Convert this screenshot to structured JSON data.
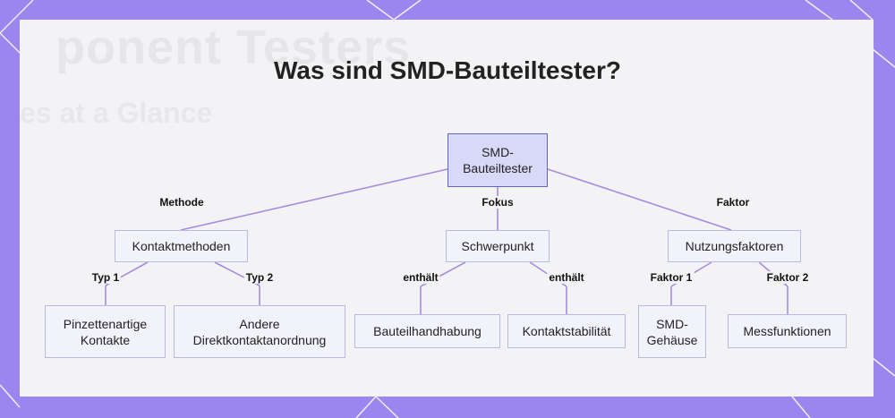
{
  "title": "Was sind SMD-Bauteiltester?",
  "background_text": {
    "line1": "ponent Testers",
    "line2": "es at a Glance"
  },
  "colors": {
    "frame": "#9b86f0",
    "card": "#f3f3f5",
    "node_fill": "#f2f2fb",
    "node_border": "#b9b9e8",
    "root_fill": "#d8d8f8",
    "root_border": "#6262c8",
    "edge": "#a78be0"
  },
  "nodes": {
    "root": "SMD-\nBauteiltester",
    "kontakt": "Kontaktmethoden",
    "schwer": "Schwerpunkt",
    "nutz": "Nutzungsfaktoren",
    "pinz": "Pinzettenartige\nKontakte",
    "direkt": "Andere\nDirektkontaktanordnung",
    "bauteil": "Bauteilhandhabung",
    "kstab": "Kontaktstabilität",
    "gehaeuse": "SMD-\nGehäuse",
    "mess": "Messfunktionen"
  },
  "edges": {
    "methode": "Methode",
    "fokus": "Fokus",
    "faktor": "Faktor",
    "typ1": "Typ 1",
    "typ2": "Typ 2",
    "enthaelt1": "enthält",
    "enthaelt2": "enthält",
    "faktor1": "Faktor 1",
    "faktor2": "Faktor 2"
  }
}
